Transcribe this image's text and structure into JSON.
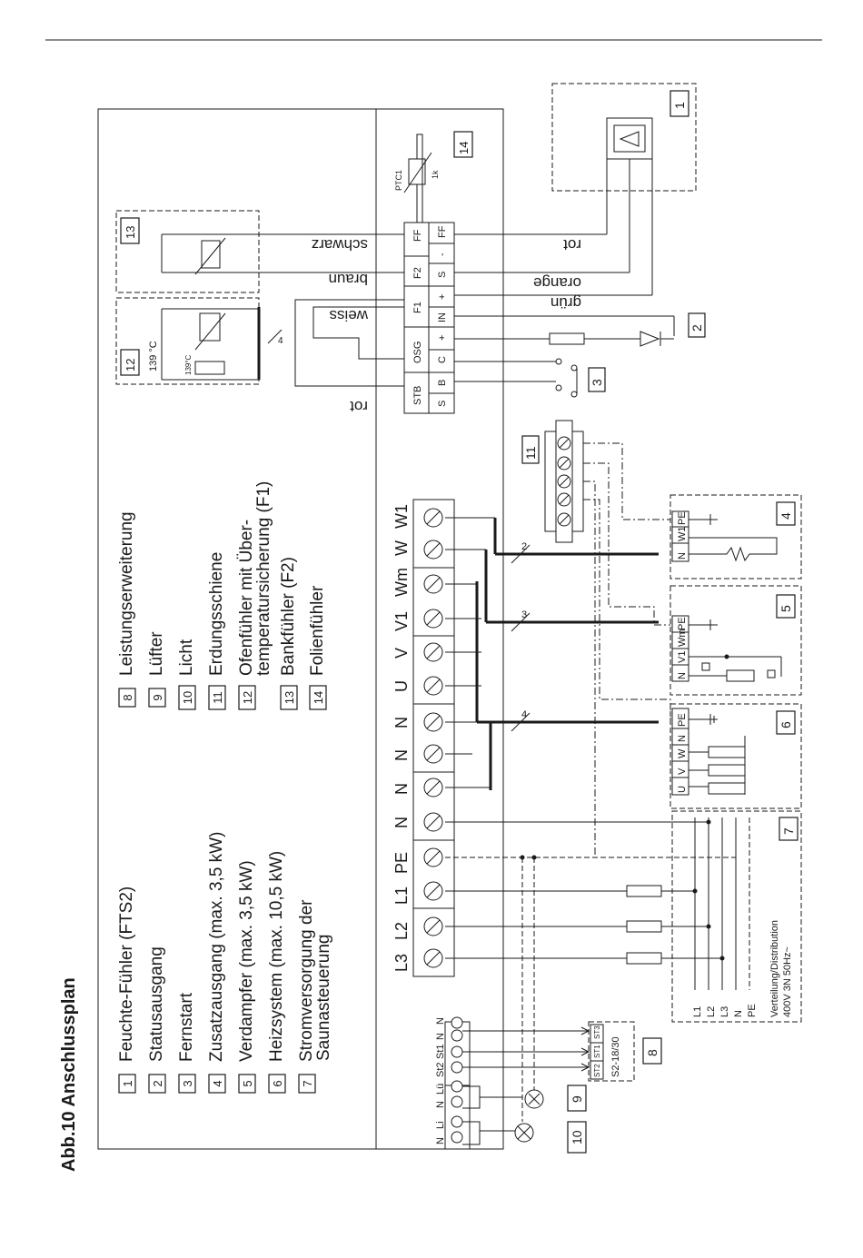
{
  "title": "Abb.10 Anschlussplan",
  "legend": [
    {
      "num": "1",
      "label": "Feuchte-Fühler (FTS2)"
    },
    {
      "num": "2",
      "label": "Statusausgang"
    },
    {
      "num": "3",
      "label": "Fernstart"
    },
    {
      "num": "4",
      "label": "Zusatzausgang (max. 3,5 kW)"
    },
    {
      "num": "5",
      "label": "Verdampfer (max. 3,5 kW)"
    },
    {
      "num": "6",
      "label": "Heizsystem (max. 10,5 kW)"
    },
    {
      "num": "7",
      "label": "Stromversorgung der"
    },
    {
      "num": "8",
      "label": "Leistungserweiterung"
    },
    {
      "num": "9",
      "label": "Lüfter"
    },
    {
      "num": "10",
      "label": "Licht"
    },
    {
      "num": "11",
      "label": "Erdungsschiene"
    },
    {
      "num": "12",
      "label": "Ofenfühler mit Über-"
    },
    {
      "num": "13",
      "label": "Bankfühler (F2)"
    },
    {
      "num": "14",
      "label": "Folienfühler"
    }
  ],
  "legend_cont": {
    "l7": "Saunasteuerung",
    "l12": "temperatursicherung (F1)"
  },
  "terminals": [
    "L3",
    "L2",
    "L1",
    "PE",
    "N",
    "N",
    "N",
    "N",
    "U",
    "V",
    "V1",
    "Wm",
    "W",
    "W1"
  ],
  "small_terminals": [
    "N",
    "Li",
    "N",
    "Lü",
    "St2",
    "St1",
    "N",
    "N"
  ],
  "upper_terminals": [
    "STB",
    "OSG",
    "F1",
    "F2",
    "FF"
  ],
  "lower_terminals": [
    "S",
    "B",
    "C",
    "+",
    "IN",
    "+",
    "S",
    "-",
    "FF"
  ],
  "wire_colors": {
    "rot_upper": "rot",
    "weiss": "weiss",
    "braun": "braun",
    "schwarz": "schwarz",
    "rot_lower": "rot",
    "orange": "orange",
    "gruen": "grün"
  },
  "box4": [
    "N",
    "W1",
    "PE"
  ],
  "box5": [
    "N",
    "V1",
    "Wm",
    "PE"
  ],
  "box6": [
    "U",
    "V",
    "W",
    "N",
    "PE"
  ],
  "box7": {
    "lines": [
      "L1",
      "L2",
      "L3",
      "N",
      "PE"
    ],
    "caption1": "Verteilung/Distribution",
    "caption2": "400V 3N 50Hz~"
  },
  "box8": {
    "terminals": [
      "ST2",
      "ST1",
      "ST3"
    ],
    "caption": "S2-18/30"
  },
  "box12": {
    "temp": "139 °C",
    "small": "139°C"
  },
  "ptc": {
    "name": "PTC1",
    "value": "1k"
  },
  "wire_counts": [
    "2",
    "3",
    "4",
    "4"
  ],
  "colors": {
    "line": "#1a1a1a",
    "background": "#ffffff"
  }
}
